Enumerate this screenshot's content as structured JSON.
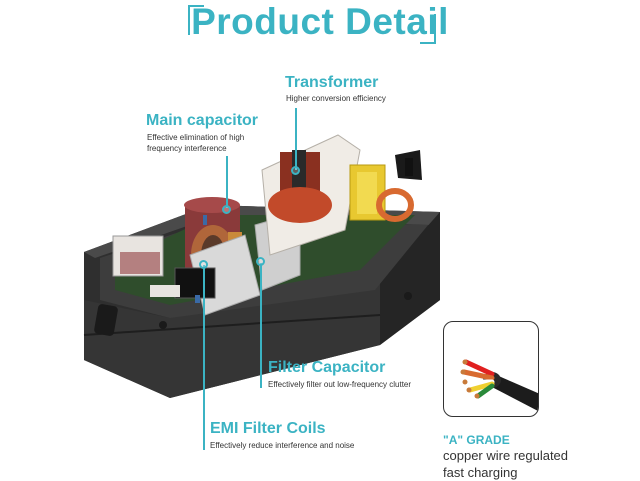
{
  "title": "Product Detail",
  "callouts": {
    "transformer": {
      "label": "Transformer",
      "desc": "Higher conversion efficiency"
    },
    "main_capacitor": {
      "label": "Main capacitor",
      "desc_lines": [
        "Effective elimination of high",
        "frequency interference"
      ]
    },
    "filter_capacitor": {
      "label": "Filter Capacitor",
      "desc": "Effectively filter out low-frequency clutter"
    },
    "emi_filter": {
      "label": "EMI Filter Coils",
      "desc": "Effectively reduce interference and noise"
    }
  },
  "cable": {
    "grade": "\"A\" GRADE",
    "line1": "copper wire regulated",
    "line2": "fast charging"
  },
  "colors": {
    "accent": "#3bb3c3",
    "case": "#2a2a2a",
    "text": "#333333"
  }
}
